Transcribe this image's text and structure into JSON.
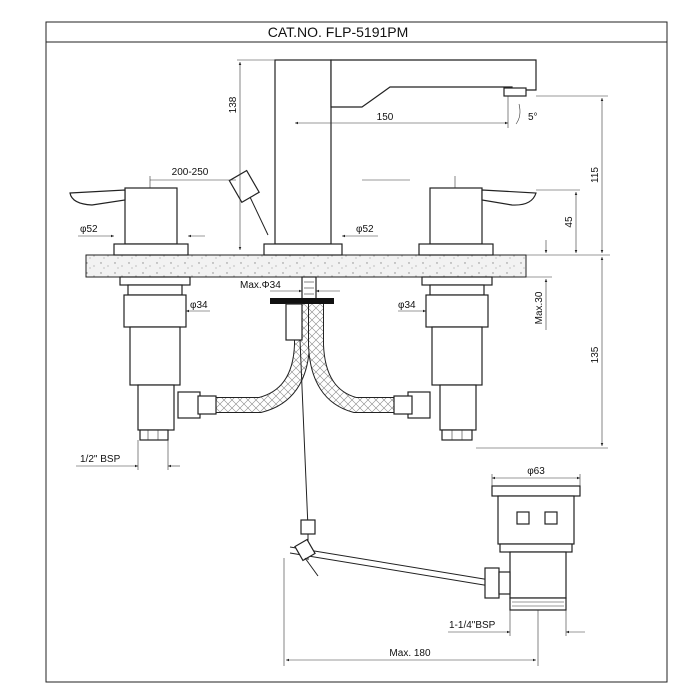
{
  "title": "CAT.NO. FLP-5191PM",
  "dimensions": {
    "spout_height": "138",
    "spout_reach": "150",
    "handle_spread": "200-250",
    "handle_base_left": "φ52",
    "spout_base": "φ52",
    "deck_max": "Max.Φ34",
    "valve_left": "φ34",
    "valve_right": "φ34",
    "height_above_deck": "115",
    "handle_height": "45",
    "deck_thickness": "Max.30",
    "below_deck": "135",
    "inlet_thread": "1/2\" BSP",
    "waste_diameter": "φ63",
    "waste_thread": "1-1/4\"BSP",
    "rod_reach": "Max. 180",
    "spray_angle": "5°"
  }
}
